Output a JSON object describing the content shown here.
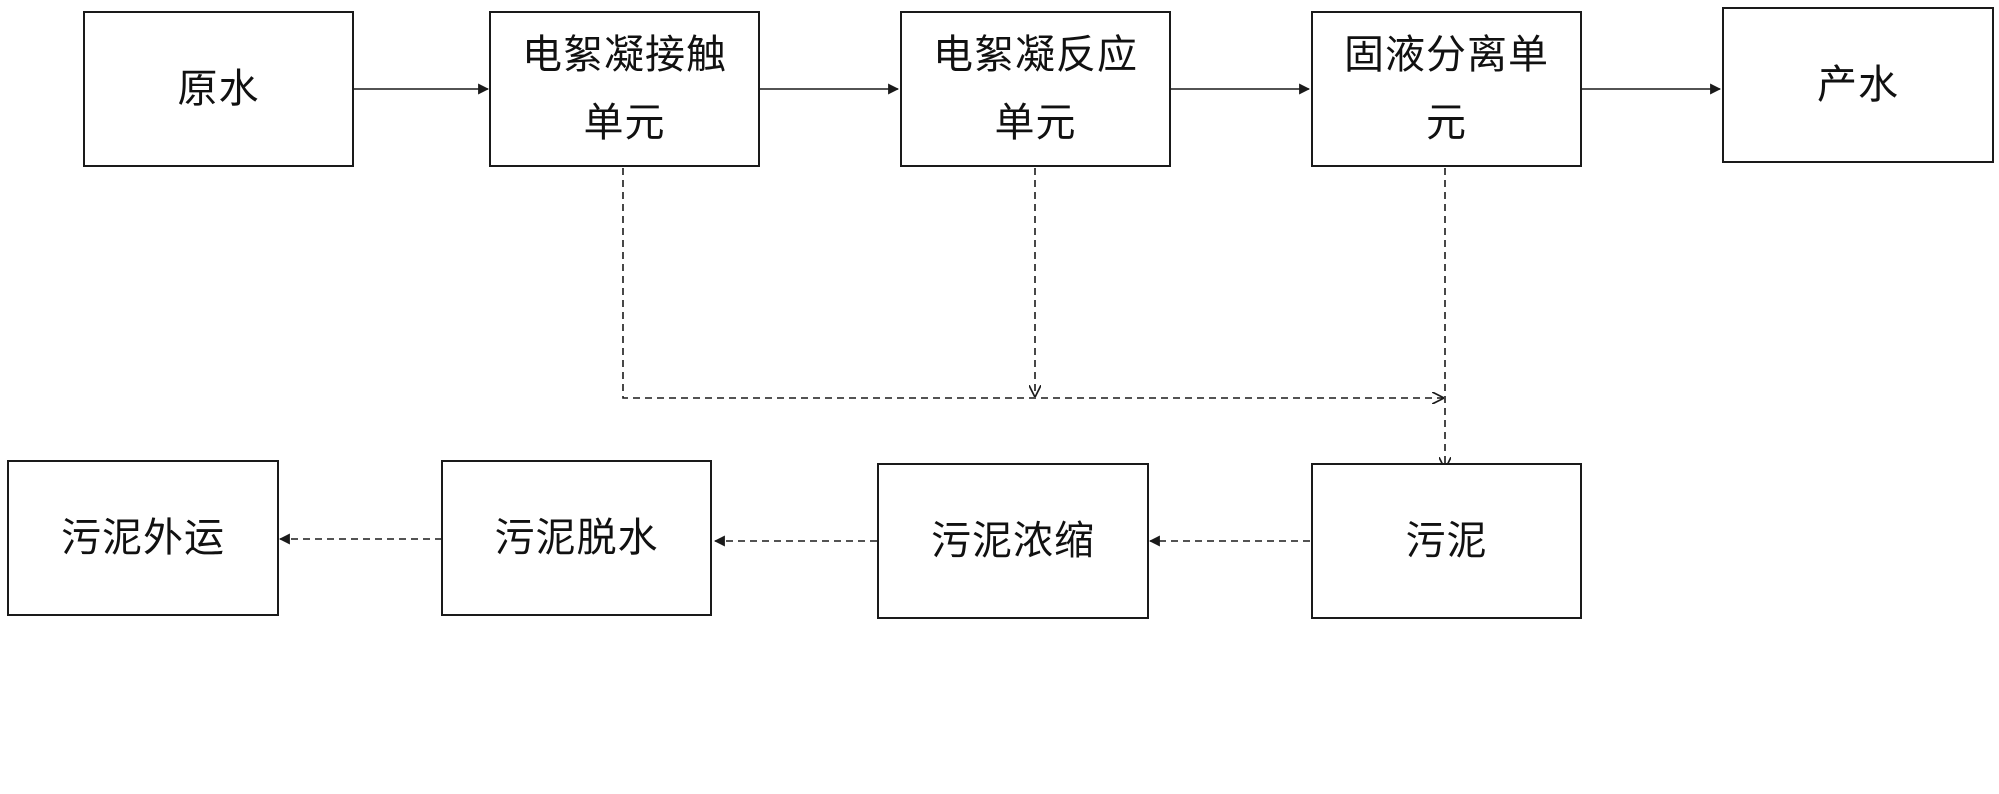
{
  "nodes": {
    "raw_water": "原水",
    "ec_contact": "电絮凝接触单元",
    "ec_reaction": "电絮凝反应单元",
    "solid_liquid": "固液分离单元",
    "product_water": "产水",
    "sludge": "污泥",
    "sludge_thickening": "污泥浓缩",
    "sludge_dewatering": "污泥脱水",
    "sludge_transport": "污泥外运"
  },
  "colors": {
    "line": "#1a1a1a",
    "box_border": "#1a1a1a",
    "text": "#111111",
    "background": "#ffffff"
  },
  "edges": [
    {
      "from": "raw_water",
      "to": "ec_contact",
      "style": "solid"
    },
    {
      "from": "ec_contact",
      "to": "ec_reaction",
      "style": "solid"
    },
    {
      "from": "ec_reaction",
      "to": "solid_liquid",
      "style": "solid"
    },
    {
      "from": "solid_liquid",
      "to": "product_water",
      "style": "solid"
    },
    {
      "from": "ec_contact",
      "to": "sludge",
      "style": "dashed"
    },
    {
      "from": "ec_reaction",
      "to": "sludge",
      "style": "dashed"
    },
    {
      "from": "solid_liquid",
      "to": "sludge",
      "style": "dashed"
    },
    {
      "from": "sludge",
      "to": "sludge_thickening",
      "style": "dashed"
    },
    {
      "from": "sludge_thickening",
      "to": "sludge_dewatering",
      "style": "dashed"
    },
    {
      "from": "sludge_dewatering",
      "to": "sludge_transport",
      "style": "dashed"
    }
  ]
}
